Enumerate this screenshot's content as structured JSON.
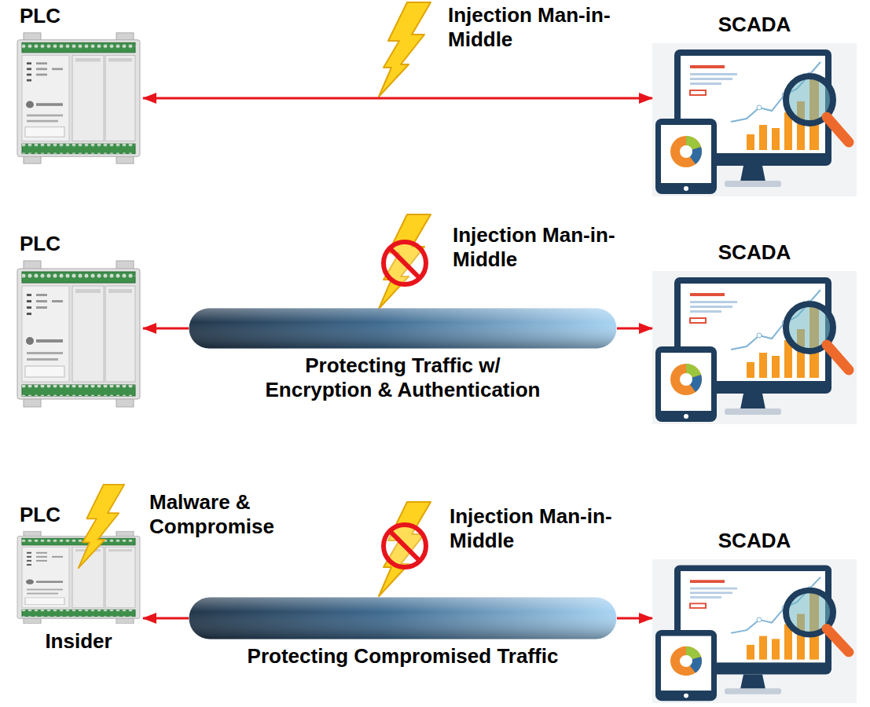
{
  "diagram": {
    "nodes": [
      {
        "text": [
          "PLC"
        ]
      },
      {
        "text": [
          "SCADA"
        ]
      },
      {
        "text": [
          "PLC"
        ]
      },
      {
        "text": [
          "SCADA"
        ]
      },
      {
        "text": [
          "Protecting Traffic w/ Encryption & Authentication"
        ]
      },
      {
        "text": [
          "PLC",
          "Insider"
        ]
      },
      {
        "text": [
          "SCADA"
        ]
      },
      {
        "text": [
          "Protecting Compromised Traffic"
        ]
      }
    ],
    "edges": [
      {
        "from": 0,
        "to": 1,
        "arrow": "both"
      },
      {
        "from": 4,
        "to": 2,
        "arrow": "to"
      },
      {
        "from": 4,
        "to": 3,
        "arrow": "to"
      },
      {
        "from": 7,
        "to": 5,
        "arrow": "to"
      },
      {
        "from": 7,
        "to": 6,
        "arrow": "to"
      }
    ],
    "labels": [
      "Injection Man-in-Middle",
      "Injection Man-in-Middle",
      "Malware & Compromise",
      "Injection Man-in-Middle"
    ]
  }
}
